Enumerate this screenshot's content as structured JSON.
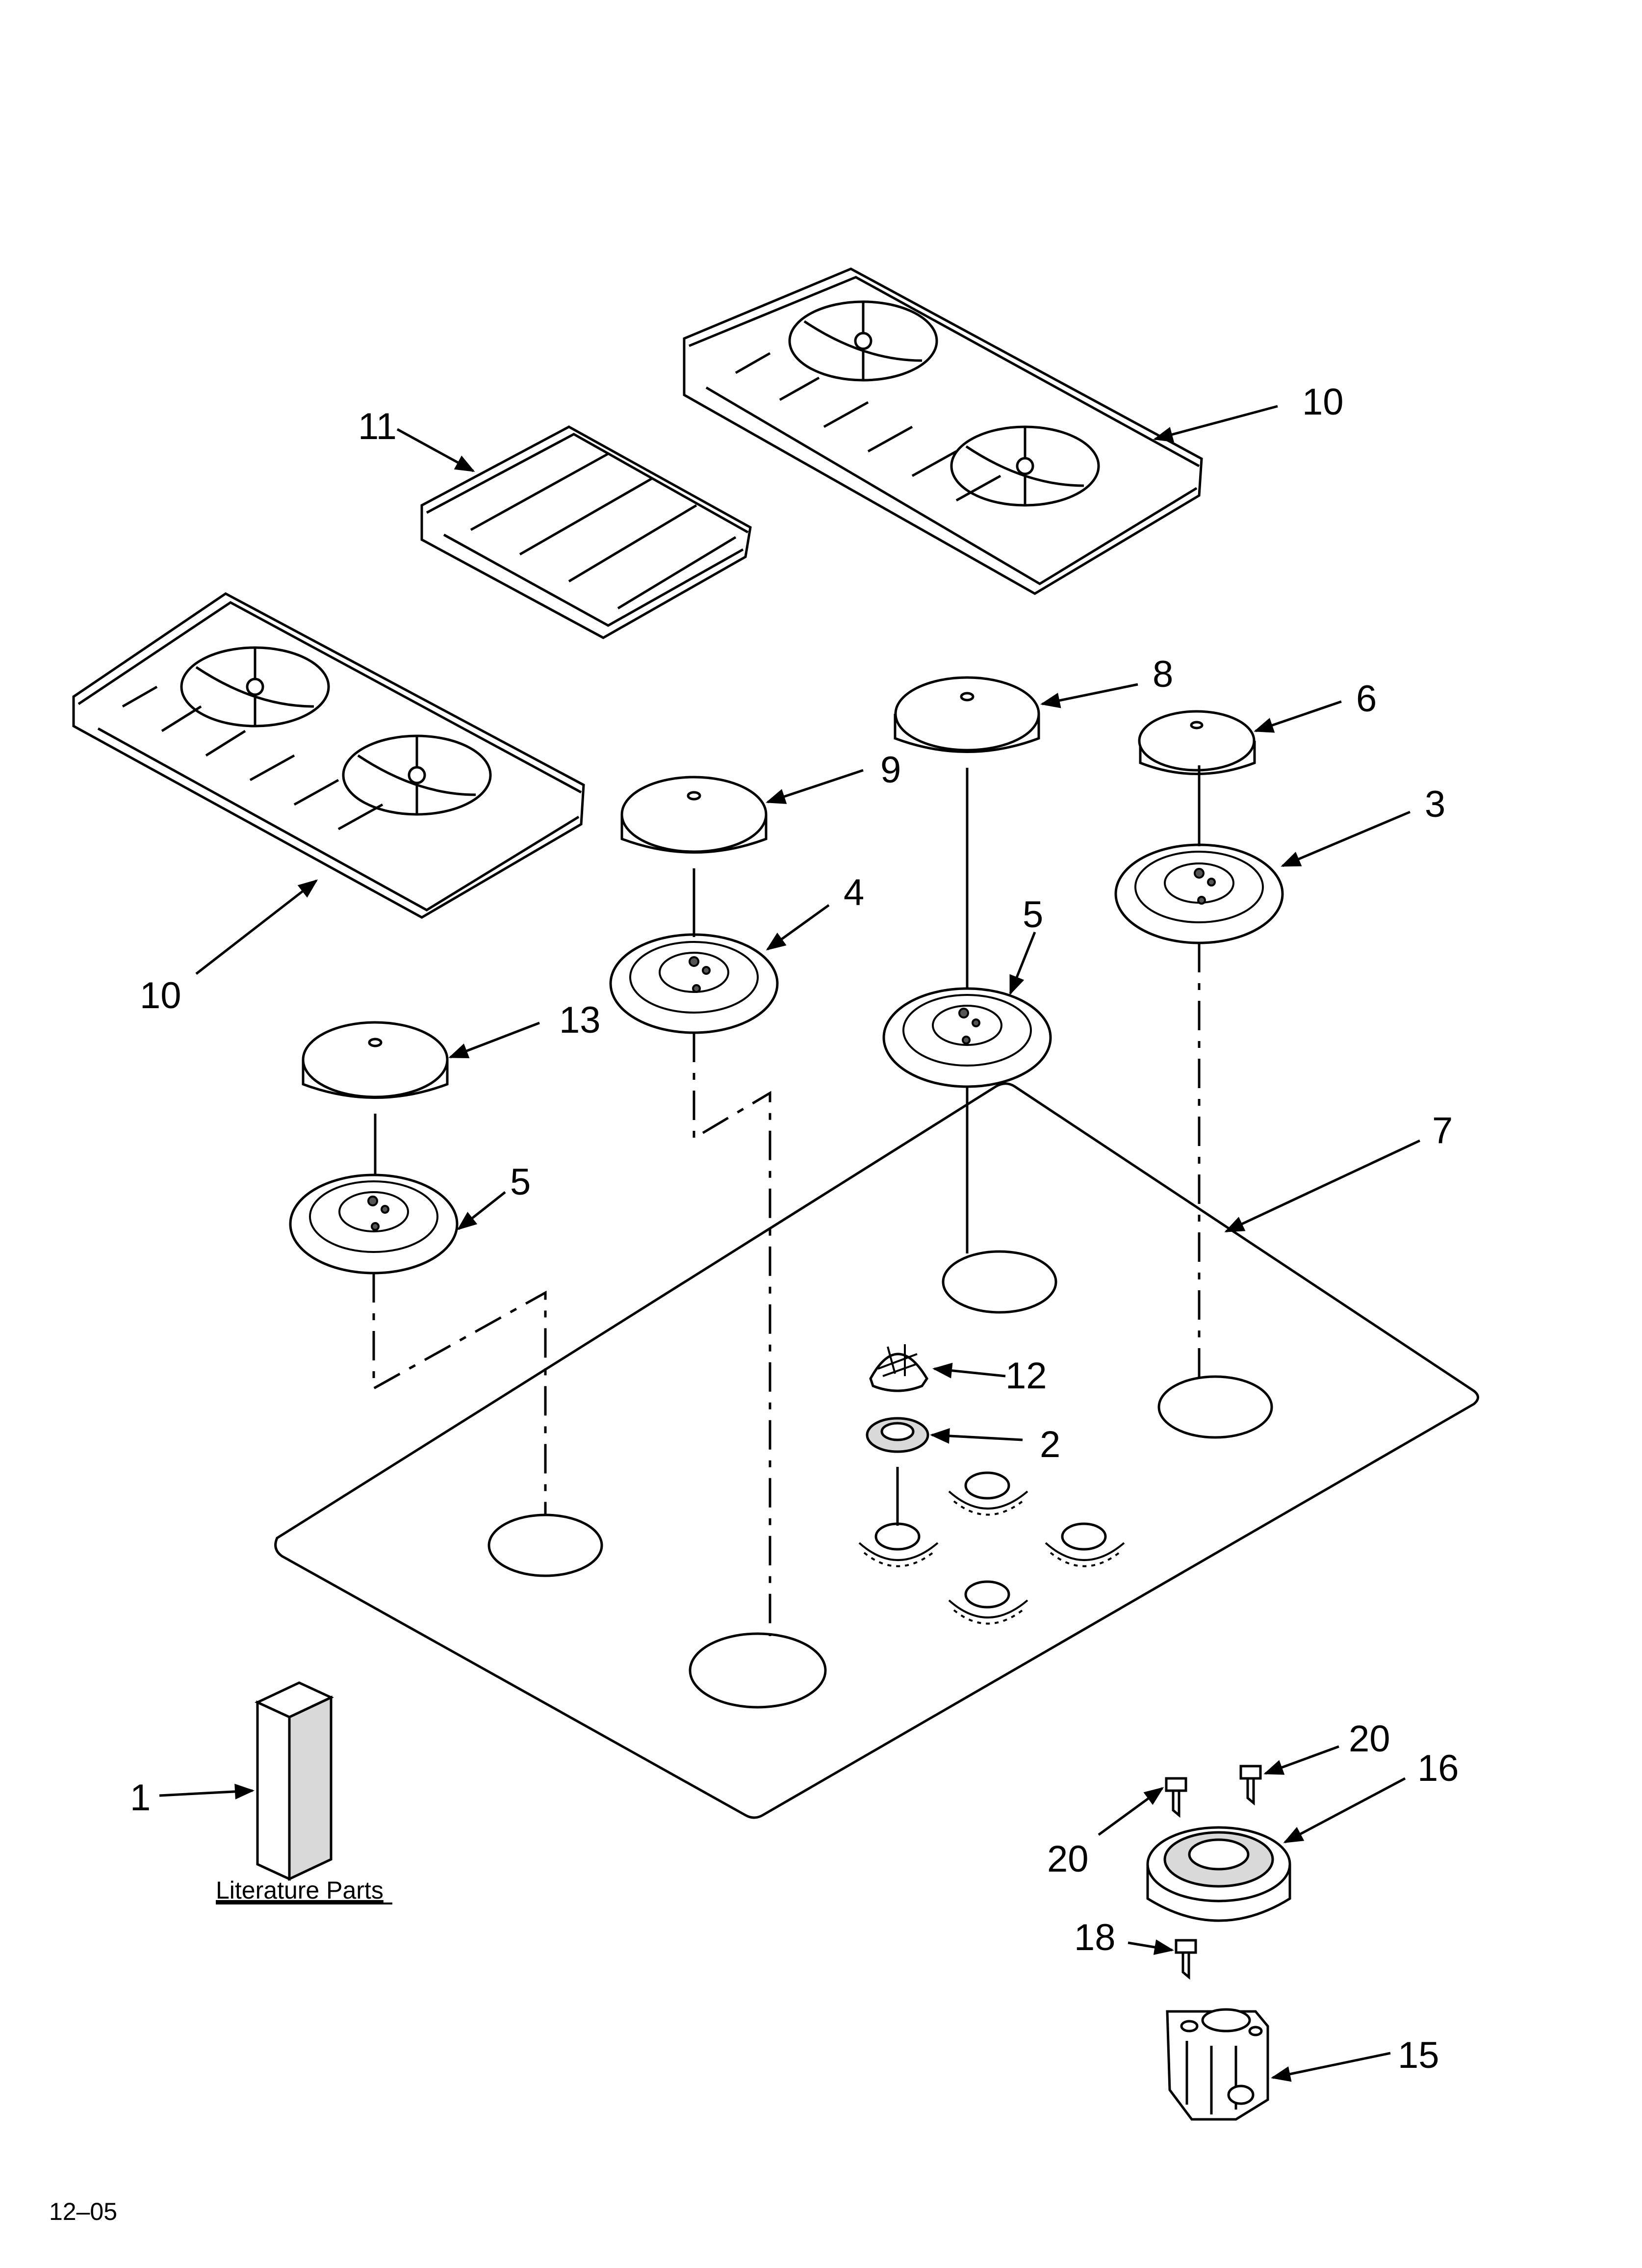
{
  "callouts": [
    {
      "id": "c11",
      "label": "11"
    },
    {
      "id": "c10a",
      "label": "10"
    },
    {
      "id": "c10b",
      "label": "10"
    },
    {
      "id": "c8",
      "label": "8"
    },
    {
      "id": "c6",
      "label": "6"
    },
    {
      "id": "c9",
      "label": "9"
    },
    {
      "id": "c3",
      "label": "3"
    },
    {
      "id": "c4",
      "label": "4"
    },
    {
      "id": "c5a",
      "label": "5"
    },
    {
      "id": "c13",
      "label": "13"
    },
    {
      "id": "c5b",
      "label": "5"
    },
    {
      "id": "c7",
      "label": "7"
    },
    {
      "id": "c12",
      "label": "12"
    },
    {
      "id": "c2",
      "label": "2"
    },
    {
      "id": "c20a",
      "label": "20"
    },
    {
      "id": "c16",
      "label": "16"
    },
    {
      "id": "c20b",
      "label": "20"
    },
    {
      "id": "c1",
      "label": "1"
    },
    {
      "id": "c18",
      "label": "18"
    },
    {
      "id": "c15",
      "label": "15"
    }
  ],
  "literature_label": "Literature Parts",
  "date_code": "12–05"
}
